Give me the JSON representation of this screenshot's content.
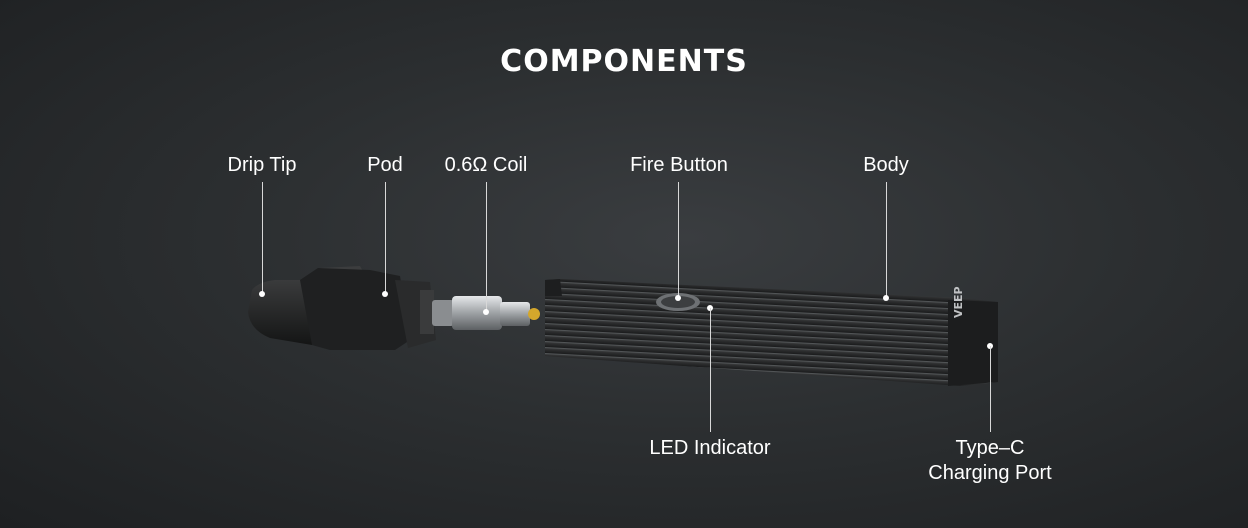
{
  "title": "COMPONENTS",
  "labels": {
    "drip_tip": "Drip Tip",
    "pod": "Pod",
    "coil": "0.6Ω Coil",
    "fire_button": "Fire Button",
    "body": "Body",
    "led_indicator": "LED Indicator",
    "type_c_line1": "Type–C",
    "type_c_line2": "Charging Port"
  },
  "device_logo": "VEEP",
  "colors": {
    "background": "#2c2f31",
    "label_text": "#ffffff",
    "leader_line": "#d8d8d8",
    "device_body": "#2a2b2c",
    "coil_metal": "#b8bbbd",
    "accent_gold": "#d4a72c"
  }
}
